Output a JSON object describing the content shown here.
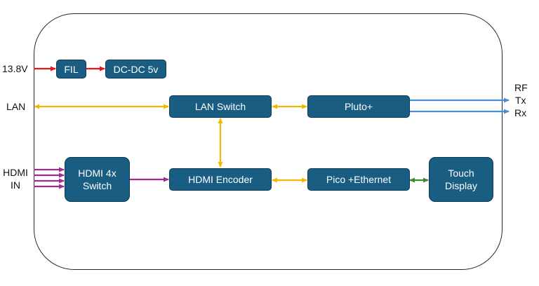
{
  "blocks": {
    "fil": "FIL",
    "dcdc": "DC-DC 5v",
    "lan_switch": "LAN Switch",
    "pluto": "Pluto+",
    "hdmi_switch": "HDMI 4x\nSwitch",
    "hdmi_encoder": "HDMI Encoder",
    "pico": "Pico +Ethernet",
    "touch_display": "Touch\nDisplay"
  },
  "labels": {
    "power_in": "13.8V",
    "lan": "LAN",
    "hdmi_in": "HDMI\nIN",
    "rf": "RF",
    "tx": "Tx",
    "rx": "Rx"
  },
  "connections": [
    {
      "from": "power_in",
      "to": "fil",
      "color": "#e8161b",
      "direction": "forward"
    },
    {
      "from": "fil",
      "to": "dcdc",
      "color": "#e8161b",
      "direction": "forward"
    },
    {
      "from": "lan",
      "to": "lan_switch",
      "color": "#f5b800",
      "direction": "bidirectional"
    },
    {
      "from": "lan_switch",
      "to": "pluto",
      "color": "#f5b800",
      "direction": "bidirectional"
    },
    {
      "from": "lan_switch",
      "to": "hdmi_encoder",
      "color": "#f5b800",
      "direction": "bidirectional"
    },
    {
      "from": "hdmi_encoder",
      "to": "pico",
      "color": "#f5b800",
      "direction": "bidirectional"
    },
    {
      "from": "pico",
      "to": "touch_display",
      "color": "#3c8a2e",
      "direction": "bidirectional"
    },
    {
      "from": "hdmi_in",
      "to": "hdmi_switch",
      "color": "#a02b93",
      "direction": "forward",
      "count": 4
    },
    {
      "from": "hdmi_switch",
      "to": "hdmi_encoder",
      "color": "#a02b93",
      "direction": "forward"
    },
    {
      "from": "pluto",
      "to": "tx",
      "color": "#4a90d9",
      "direction": "forward"
    },
    {
      "from": "pluto",
      "to": "rx",
      "color": "#4a90d9",
      "direction": "forward"
    }
  ],
  "colors": {
    "block_fill": "#195e82",
    "block_border": "#0c3a52",
    "power": "#e8161b",
    "ethernet": "#f5b800",
    "hdmi": "#a02b93",
    "rf": "#4a90d9",
    "display_link": "#3c8a2e"
  }
}
